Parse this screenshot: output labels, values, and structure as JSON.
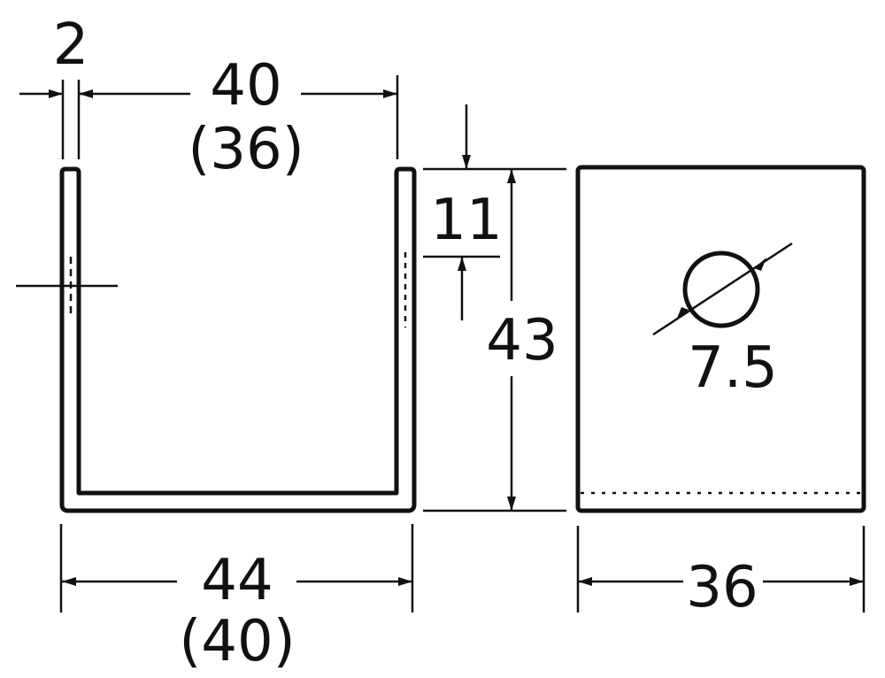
{
  "dimensions": {
    "thickness": "2",
    "inner_width": "40",
    "inner_width_alt": "(36)",
    "hole_offset": "11",
    "height": "43",
    "outer_width": "44",
    "outer_width_alt": "(40)",
    "hole_diameter": "7.5",
    "depth": "36"
  },
  "colors": {
    "line": "#111111",
    "background": "#ffffff"
  }
}
